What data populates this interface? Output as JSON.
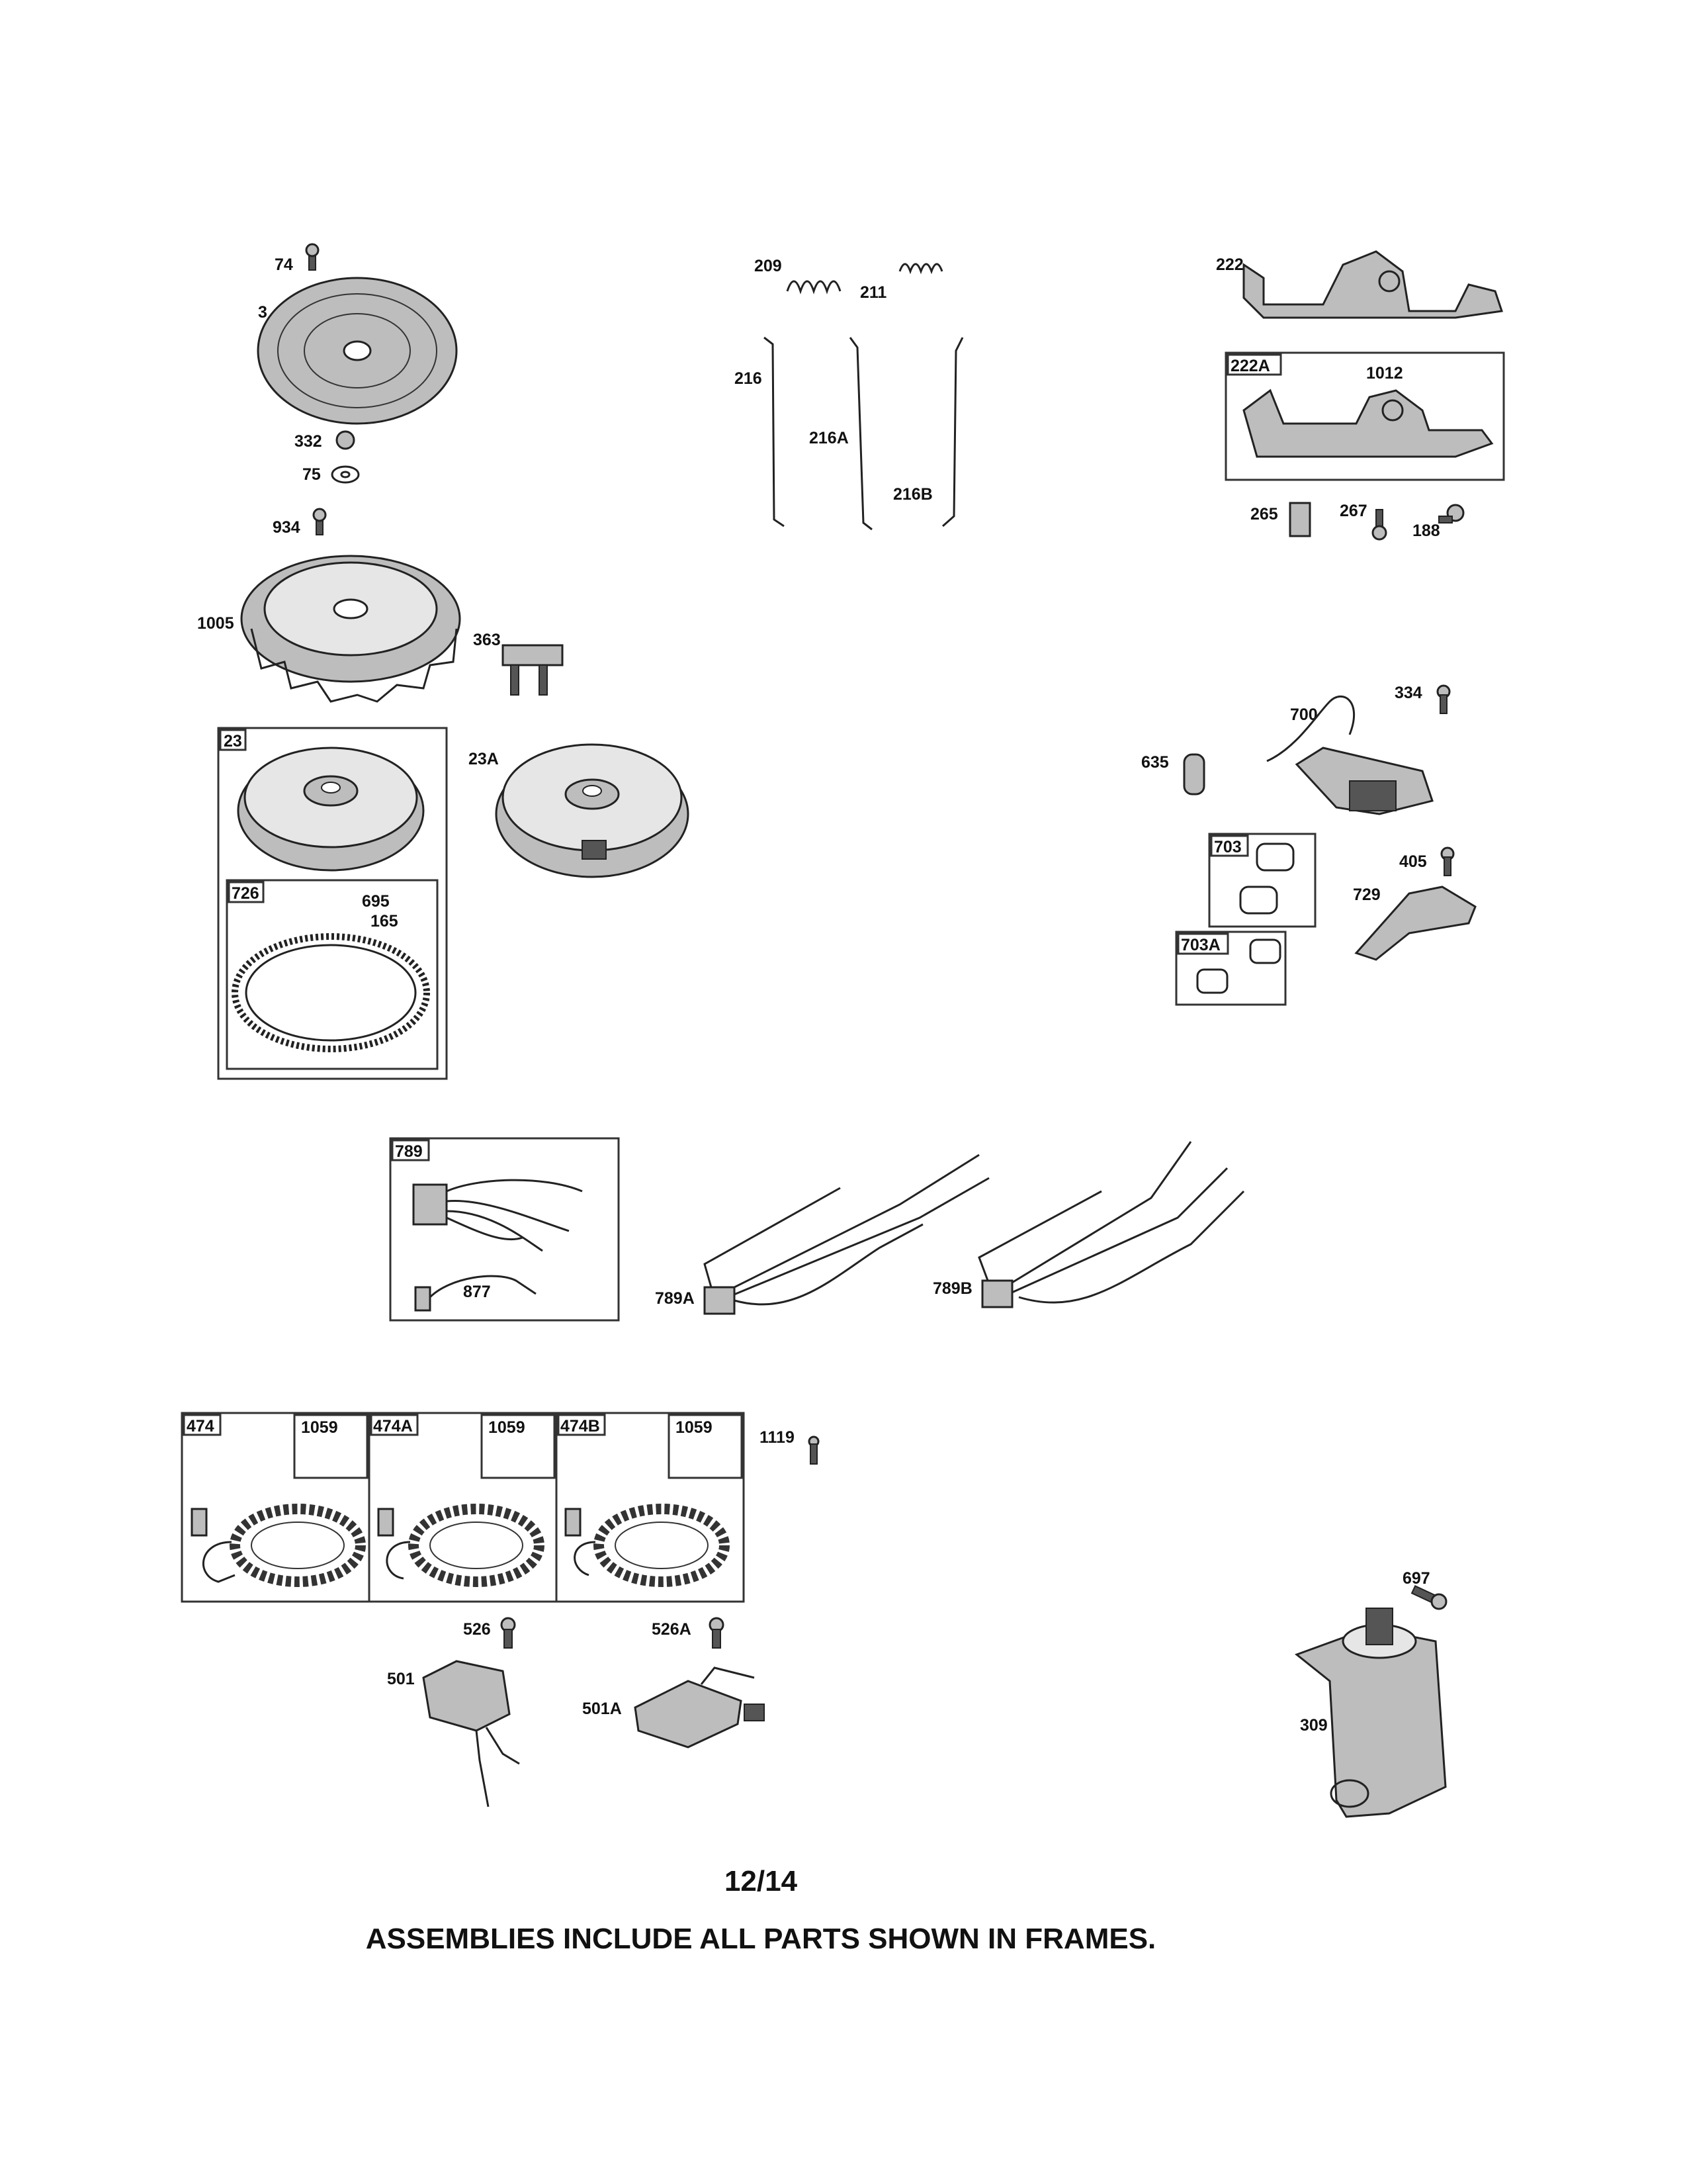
{
  "labels": {
    "p74": "74",
    "p3": "3",
    "p332": "332",
    "p75": "75",
    "p934": "934",
    "p1005": "1005",
    "p363": "363",
    "p23": "23",
    "p23A": "23A",
    "p726": "726",
    "p695": "695",
    "p165": "165",
    "p209": "209",
    "p211": "211",
    "p216": "216",
    "p216A": "216A",
    "p216B": "216B",
    "p222": "222",
    "p222A": "222A",
    "p1012": "1012",
    "p265": "265",
    "p267": "267",
    "p188": "188",
    "p334": "334",
    "p700": "700",
    "p635": "635",
    "p703": "703",
    "p703A": "703A",
    "p405": "405",
    "p729": "729",
    "p789": "789",
    "p877": "877",
    "p789A": "789A",
    "p789B": "789B",
    "p474": "474",
    "p474A": "474A",
    "p474B": "474B",
    "p1059a": "1059",
    "p1059b": "1059",
    "p1059c": "1059",
    "p1119": "1119",
    "p526": "526",
    "p526A": "526A",
    "p501": "501",
    "p501A": "501A",
    "p697": "697",
    "p309": "309"
  },
  "footer": {
    "page": "12/14",
    "note": "ASSEMBLIES INCLUDE ALL PARTS SHOWN IN FRAMES."
  }
}
